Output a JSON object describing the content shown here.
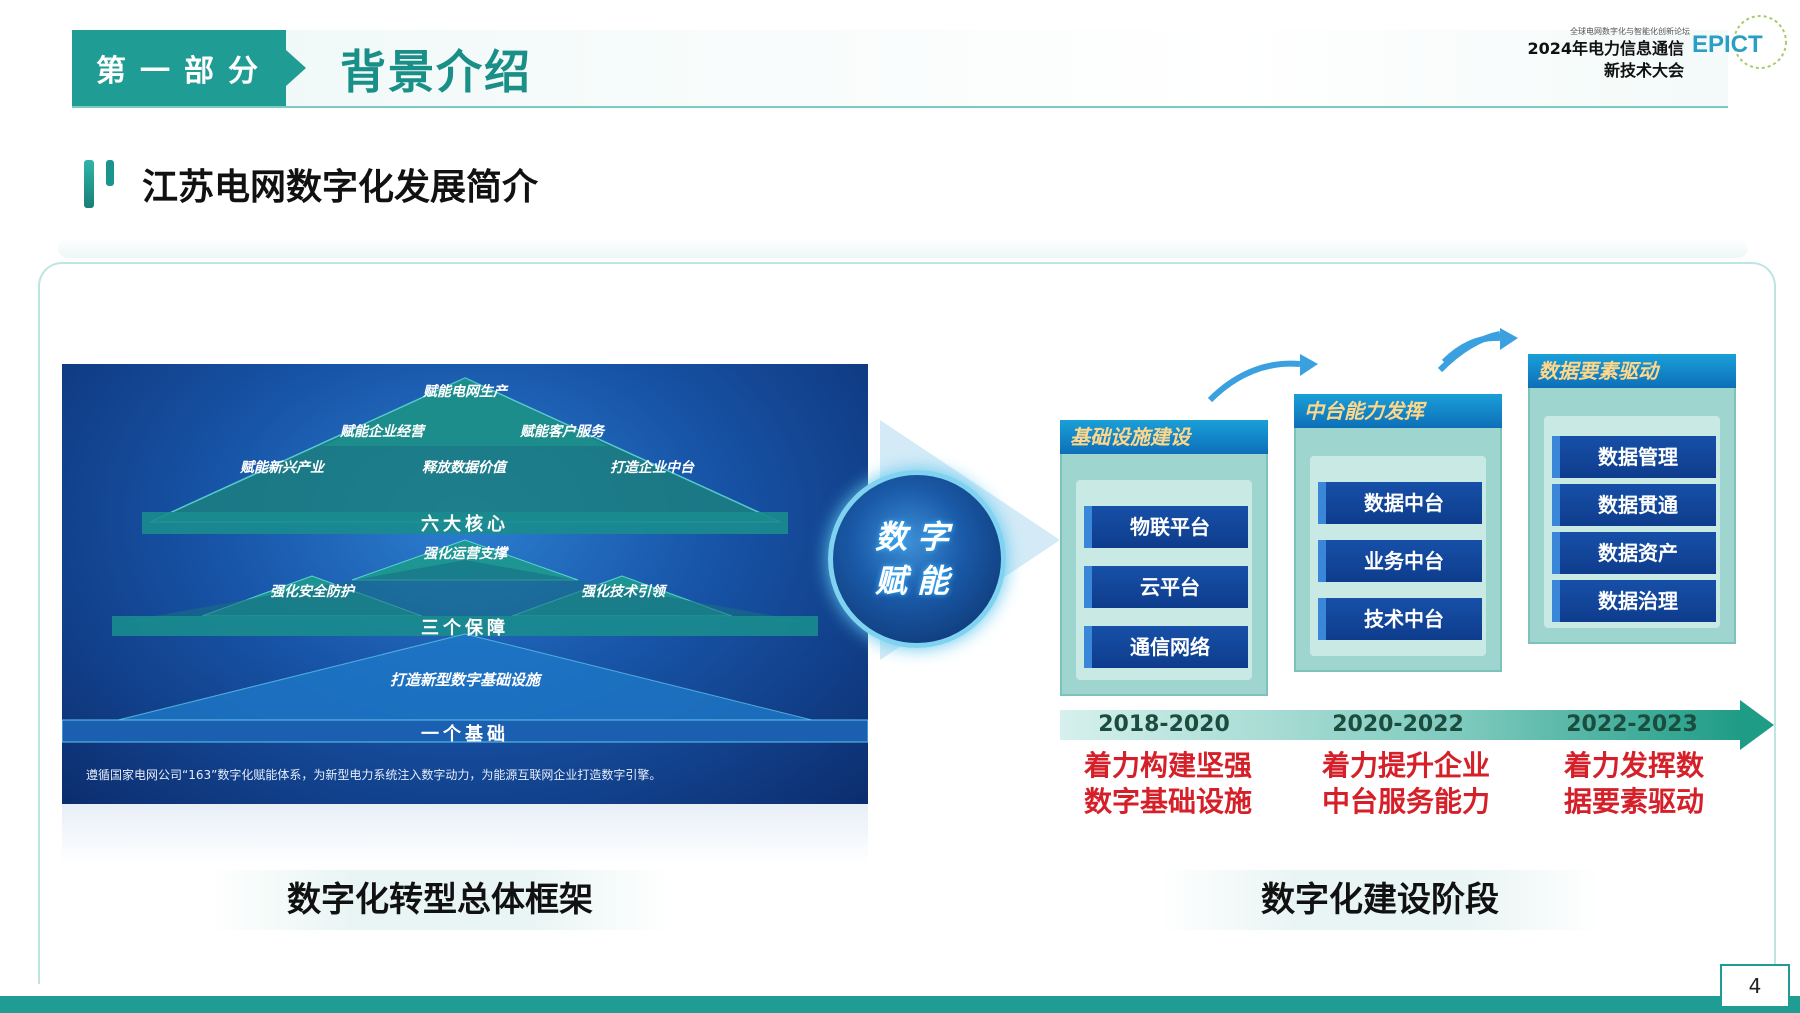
{
  "header": {
    "section_tag": "第一部分",
    "section_title": "背景介绍",
    "conference_small": "全球电网数字化与智能化创新论坛",
    "conference_line1": "2024年电力信息通信",
    "conference_line2": "新技术大会",
    "logo_text": "EPICT"
  },
  "subtitle": "江苏电网数字化发展简介",
  "framework": {
    "top_items": [
      "赋能电网生产",
      "赋能企业经营",
      "赋能客户服务",
      "赋能新兴产业",
      "释放数据价值",
      "打造企业中台"
    ],
    "band1": "六大核心",
    "guarantees": [
      "强化运营支撑",
      "强化安全防护",
      "强化技术引领"
    ],
    "band2": "三个保障",
    "base_item": "打造新型数字基础设施",
    "band3": "一个基础",
    "footnote": "遵循国家电网公司“163”数字化赋能体系，为新型电力系统注入数字动力，为能源互联网企业打造数字引擎。",
    "caption": "数字化转型总体框架"
  },
  "globe": {
    "line1": "数字",
    "line2": "赋能"
  },
  "stages": [
    {
      "title": "基础设施建设",
      "items": [
        "物联平台",
        "云平台",
        "通信网络"
      ],
      "years": "2018-2020",
      "goal_line1": "着力构建坚强",
      "goal_line2": "数字基础设施"
    },
    {
      "title": "中台能力发挥",
      "items": [
        "数据中台",
        "业务中台",
        "技术中台"
      ],
      "years": "2020-2022",
      "goal_line1": "着力提升企业",
      "goal_line2": "中台服务能力"
    },
    {
      "title": "数据要素驱动",
      "items": [
        "数据管理",
        "数据贯通",
        "数据资产",
        "数据治理"
      ],
      "years": "2022-2023",
      "goal_line1": "着力发挥数",
      "goal_line2": "据要素驱动"
    }
  ],
  "stages_caption": "数字化建设阶段",
  "page_number": "4",
  "colors": {
    "teal": "#1f9c93",
    "goal_red": "#d5202a",
    "stage_blue": "#0e3c8c"
  }
}
